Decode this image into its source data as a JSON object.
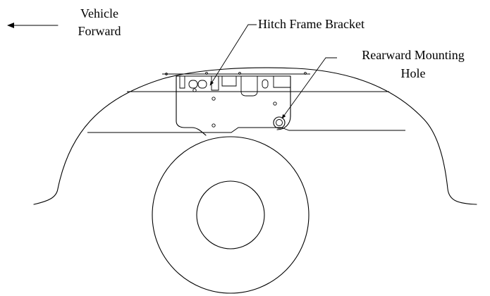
{
  "labels": {
    "direction": [
      "Vehicle",
      "Forward"
    ],
    "bracket": "Hitch Frame Bracket",
    "hole": [
      "Rearward Mounting",
      "Hole"
    ]
  },
  "icons": {
    "direction_arrow": "left-arrow-icon",
    "leader_arrow": "leader-arrow-icon"
  },
  "colors": {
    "ink": "#000000",
    "paper": "#ffffff"
  }
}
